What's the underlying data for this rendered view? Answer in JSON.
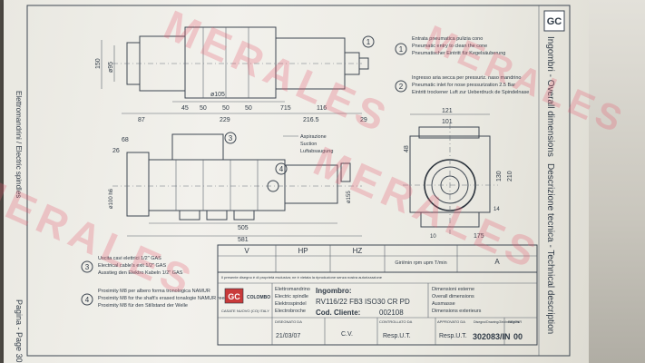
{
  "header": {
    "logo": "GC",
    "section_title_it": "Ingombri - Overall dimensions",
    "section_title_2": "Descrizione tecnica - Technical description",
    "left_margin_top": "Elettromandrini / Electric spindles",
    "left_margin_bottom": "Pagina - Page 30"
  },
  "notes": {
    "note1_num": "1",
    "note1_lines": [
      "Entrata pneumatica pulizia cono",
      "Pneumatic entry to clean the cone",
      "Pneumatischer Eintritt für Kegelsäuberung"
    ],
    "note2_num": "2",
    "note2_lines": [
      "Ingresso aria secca per pressuriz. naso mandrino",
      "Pneumatic inlet for nose pressurization 2.5 Bar",
      "Eintritt trockener Luft zur Ueberdruck de Spindelnase"
    ],
    "note3_num": "3",
    "note3_lines": [
      "Uscita cavi elettrici 1/2\" GAS",
      "Electrical cable's exit 1/2\" GAS",
      "Ausstieg den Elektro Kabeln 1/2\" GAS"
    ],
    "note4_num": "4",
    "note4_lines": [
      "Proximity M8 per albero forma tronologica NAMUR",
      "Proximity M8 for the shaft's erased tonalogie NAMUR reed",
      "Proximity M8 für den Stillstand der Welle"
    ]
  },
  "legend_air": [
    "Aspirazione",
    "Suction",
    "Luftabsaugung"
  ],
  "dims": {
    "d95": "ø95",
    "d150": "150",
    "d105": "ø105",
    "d45": "45",
    "d50a": "50",
    "d50b": "50",
    "d50c": "50",
    "d715": "715",
    "d116": "116",
    "d87": "87",
    "d229": "229",
    "d2165": "216.5",
    "d29": "29",
    "d68": "68",
    "d26": "26",
    "d100h6": "ø100 h6",
    "d155": "ø155",
    "d505": "505",
    "d581": "581",
    "d121": "121",
    "d101": "101",
    "d48": "48",
    "d210": "210",
    "d130": "130",
    "d175": "175",
    "d14": "14",
    "d10": "10"
  },
  "circled": {
    "c1": "1",
    "c2": "2",
    "c3": "3",
    "c4": "4"
  },
  "spec_table": {
    "headers": [
      "V",
      "HP",
      "HZ",
      "Giri/min rpm upm T/min",
      "A"
    ]
  },
  "title_block": {
    "disclaimer": "Il presente disegno è di proprietà esclusiva; ne è vietata la riproduzione senza nostra autorizzazione",
    "col_labels": [
      "Elettromandrino",
      "Electric spindle",
      "Elektrospindel",
      "Electrobroche"
    ],
    "ingombro_label": "Ingombro:",
    "model": "RV116/22  FB3  ISO30  CR  PD",
    "cod_label": "Cod. Cliente:",
    "cod_value": "002108",
    "dim_labels": [
      "Dimensioni esterne",
      "Overall dimensions",
      "Ausmasse",
      "Dimensions exterieurs"
    ],
    "company_name": "COLOMBO",
    "company_addr": "CASATE NUOVO (CO) ITALY",
    "fields": {
      "disegnato_label": "DISEGNATO DA",
      "disegnato_value": "21/03/07",
      "cv_value": "C.V.",
      "controllato_label": "CONTROLLATO DA",
      "controllato_value": "Resp.U.T.",
      "approvato_label": "APPROVATO DA",
      "approvato_value": "Resp.U.T.",
      "drawing_label": "Disegno/Drawing/Zeichnung/Nr.",
      "drawing_value": "302083/IN",
      "rev_label": "REV/NR",
      "rev_value": "00"
    }
  },
  "watermark": {
    "text": "MERALES"
  }
}
